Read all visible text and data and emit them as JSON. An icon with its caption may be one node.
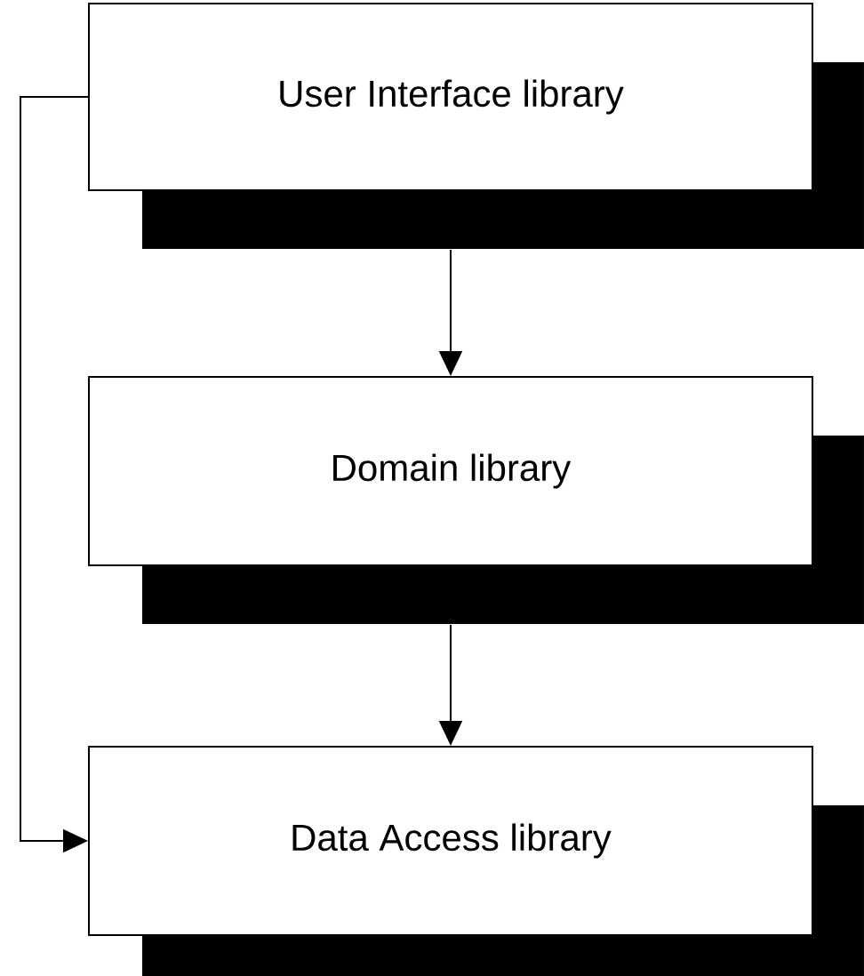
{
  "diagram": {
    "nodes": [
      {
        "text": [
          "User Interface library"
        ]
      },
      {
        "text": [
          "Domain library"
        ]
      },
      {
        "text": [
          "Data Access library"
        ]
      }
    ],
    "edges": [
      {
        "from": 0,
        "to": 1,
        "arrow": "to"
      },
      {
        "from": 1,
        "to": 2,
        "arrow": "to"
      },
      {
        "from": 0,
        "to": 2,
        "arrow": "to"
      }
    ]
  }
}
